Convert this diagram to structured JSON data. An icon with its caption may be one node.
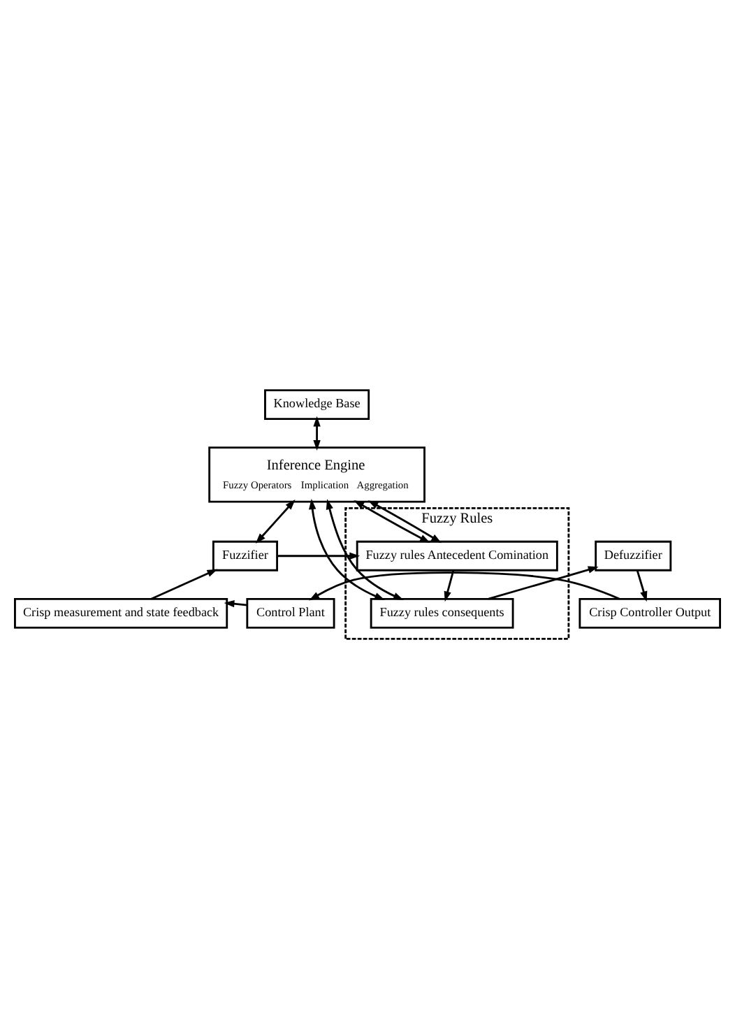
{
  "diagram": {
    "nodes": [
      {
        "text": [
          "Knowledge Base"
        ]
      },
      {
        "text": [
          "Inference Engine",
          "Fuzzy Operators",
          "Implication",
          "Aggregation"
        ]
      },
      {
        "text": [
          "Fuzzy Rules"
        ]
      },
      {
        "text": [
          "Fuzzy rules Antecedent Comination"
        ],
        "in": 2
      },
      {
        "text": [
          "Fuzzy rules consequents"
        ],
        "in": 2
      },
      {
        "text": [
          "Fuzzifier"
        ]
      },
      {
        "text": [
          "Defuzzifier"
        ]
      },
      {
        "text": [
          "Crisp measurement and state feedback"
        ]
      },
      {
        "text": [
          "Control Plant"
        ]
      },
      {
        "text": [
          "Crisp Controller Output"
        ]
      }
    ],
    "edges": [
      {
        "from": 0,
        "to": 1,
        "arrow": "both"
      },
      {
        "from": 1,
        "to": 5,
        "arrow": "both"
      },
      {
        "from": 1,
        "to": 3,
        "arrow": "both"
      },
      {
        "from": 1,
        "to": 3,
        "arrow": "both"
      },
      {
        "from": 1,
        "to": 4,
        "arrow": "both"
      },
      {
        "from": 1,
        "to": 4,
        "arrow": "both"
      },
      {
        "from": 5,
        "to": 3,
        "arrow": "to"
      },
      {
        "from": 3,
        "to": 4,
        "arrow": "to"
      },
      {
        "from": 4,
        "to": 6,
        "arrow": "to"
      },
      {
        "from": 6,
        "to": 9,
        "arrow": "to"
      },
      {
        "from": 9,
        "to": 8,
        "arrow": "to"
      },
      {
        "from": 8,
        "to": 7,
        "arrow": "to"
      },
      {
        "from": 7,
        "to": 5,
        "arrow": "to"
      }
    ]
  }
}
